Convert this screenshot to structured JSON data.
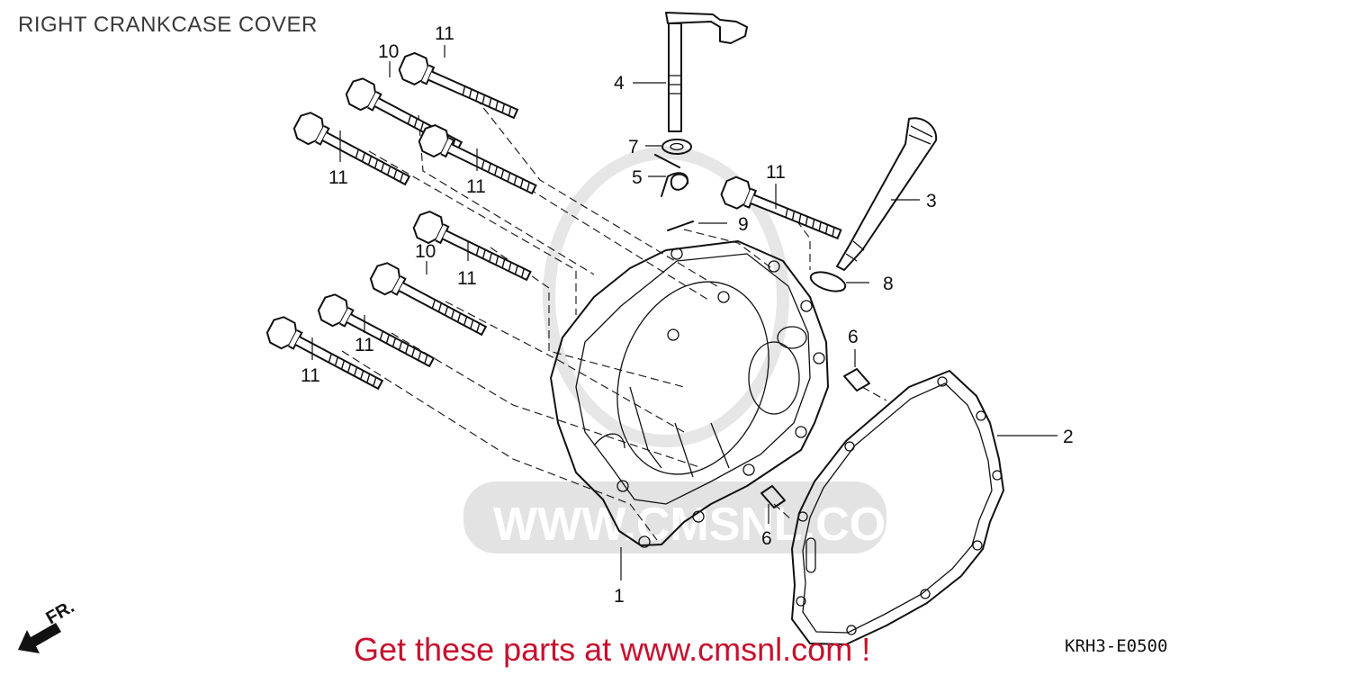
{
  "title": "RIGHT CRANKCASE COVER",
  "footer_cta": "Get these parts at www.cmsnl.com !",
  "diagram_code": "KRH3-E0500",
  "front_marker": "FR.",
  "watermark": "WWW.CMSNL.COM",
  "colors": {
    "cta": "#c8102e",
    "title": "#3a3a3a",
    "line": "#111111",
    "watermark": "#e3e3e3"
  },
  "callouts": [
    {
      "id": "c1",
      "label": "1"
    },
    {
      "id": "c2",
      "label": "2"
    },
    {
      "id": "c3",
      "label": "3"
    },
    {
      "id": "c4",
      "label": "4"
    },
    {
      "id": "c5",
      "label": "5"
    },
    {
      "id": "c6a",
      "label": "6"
    },
    {
      "id": "c6b",
      "label": "6"
    },
    {
      "id": "c7",
      "label": "7"
    },
    {
      "id": "c8",
      "label": "8"
    },
    {
      "id": "c9",
      "label": "9"
    },
    {
      "id": "c10a",
      "label": "10"
    },
    {
      "id": "c10b",
      "label": "10"
    },
    {
      "id": "c11a",
      "label": "11"
    },
    {
      "id": "c11b",
      "label": "11"
    },
    {
      "id": "c11c",
      "label": "11"
    },
    {
      "id": "c11d",
      "label": "11"
    },
    {
      "id": "c11e",
      "label": "11"
    },
    {
      "id": "c11f",
      "label": "11"
    },
    {
      "id": "c11g",
      "label": "11"
    }
  ]
}
